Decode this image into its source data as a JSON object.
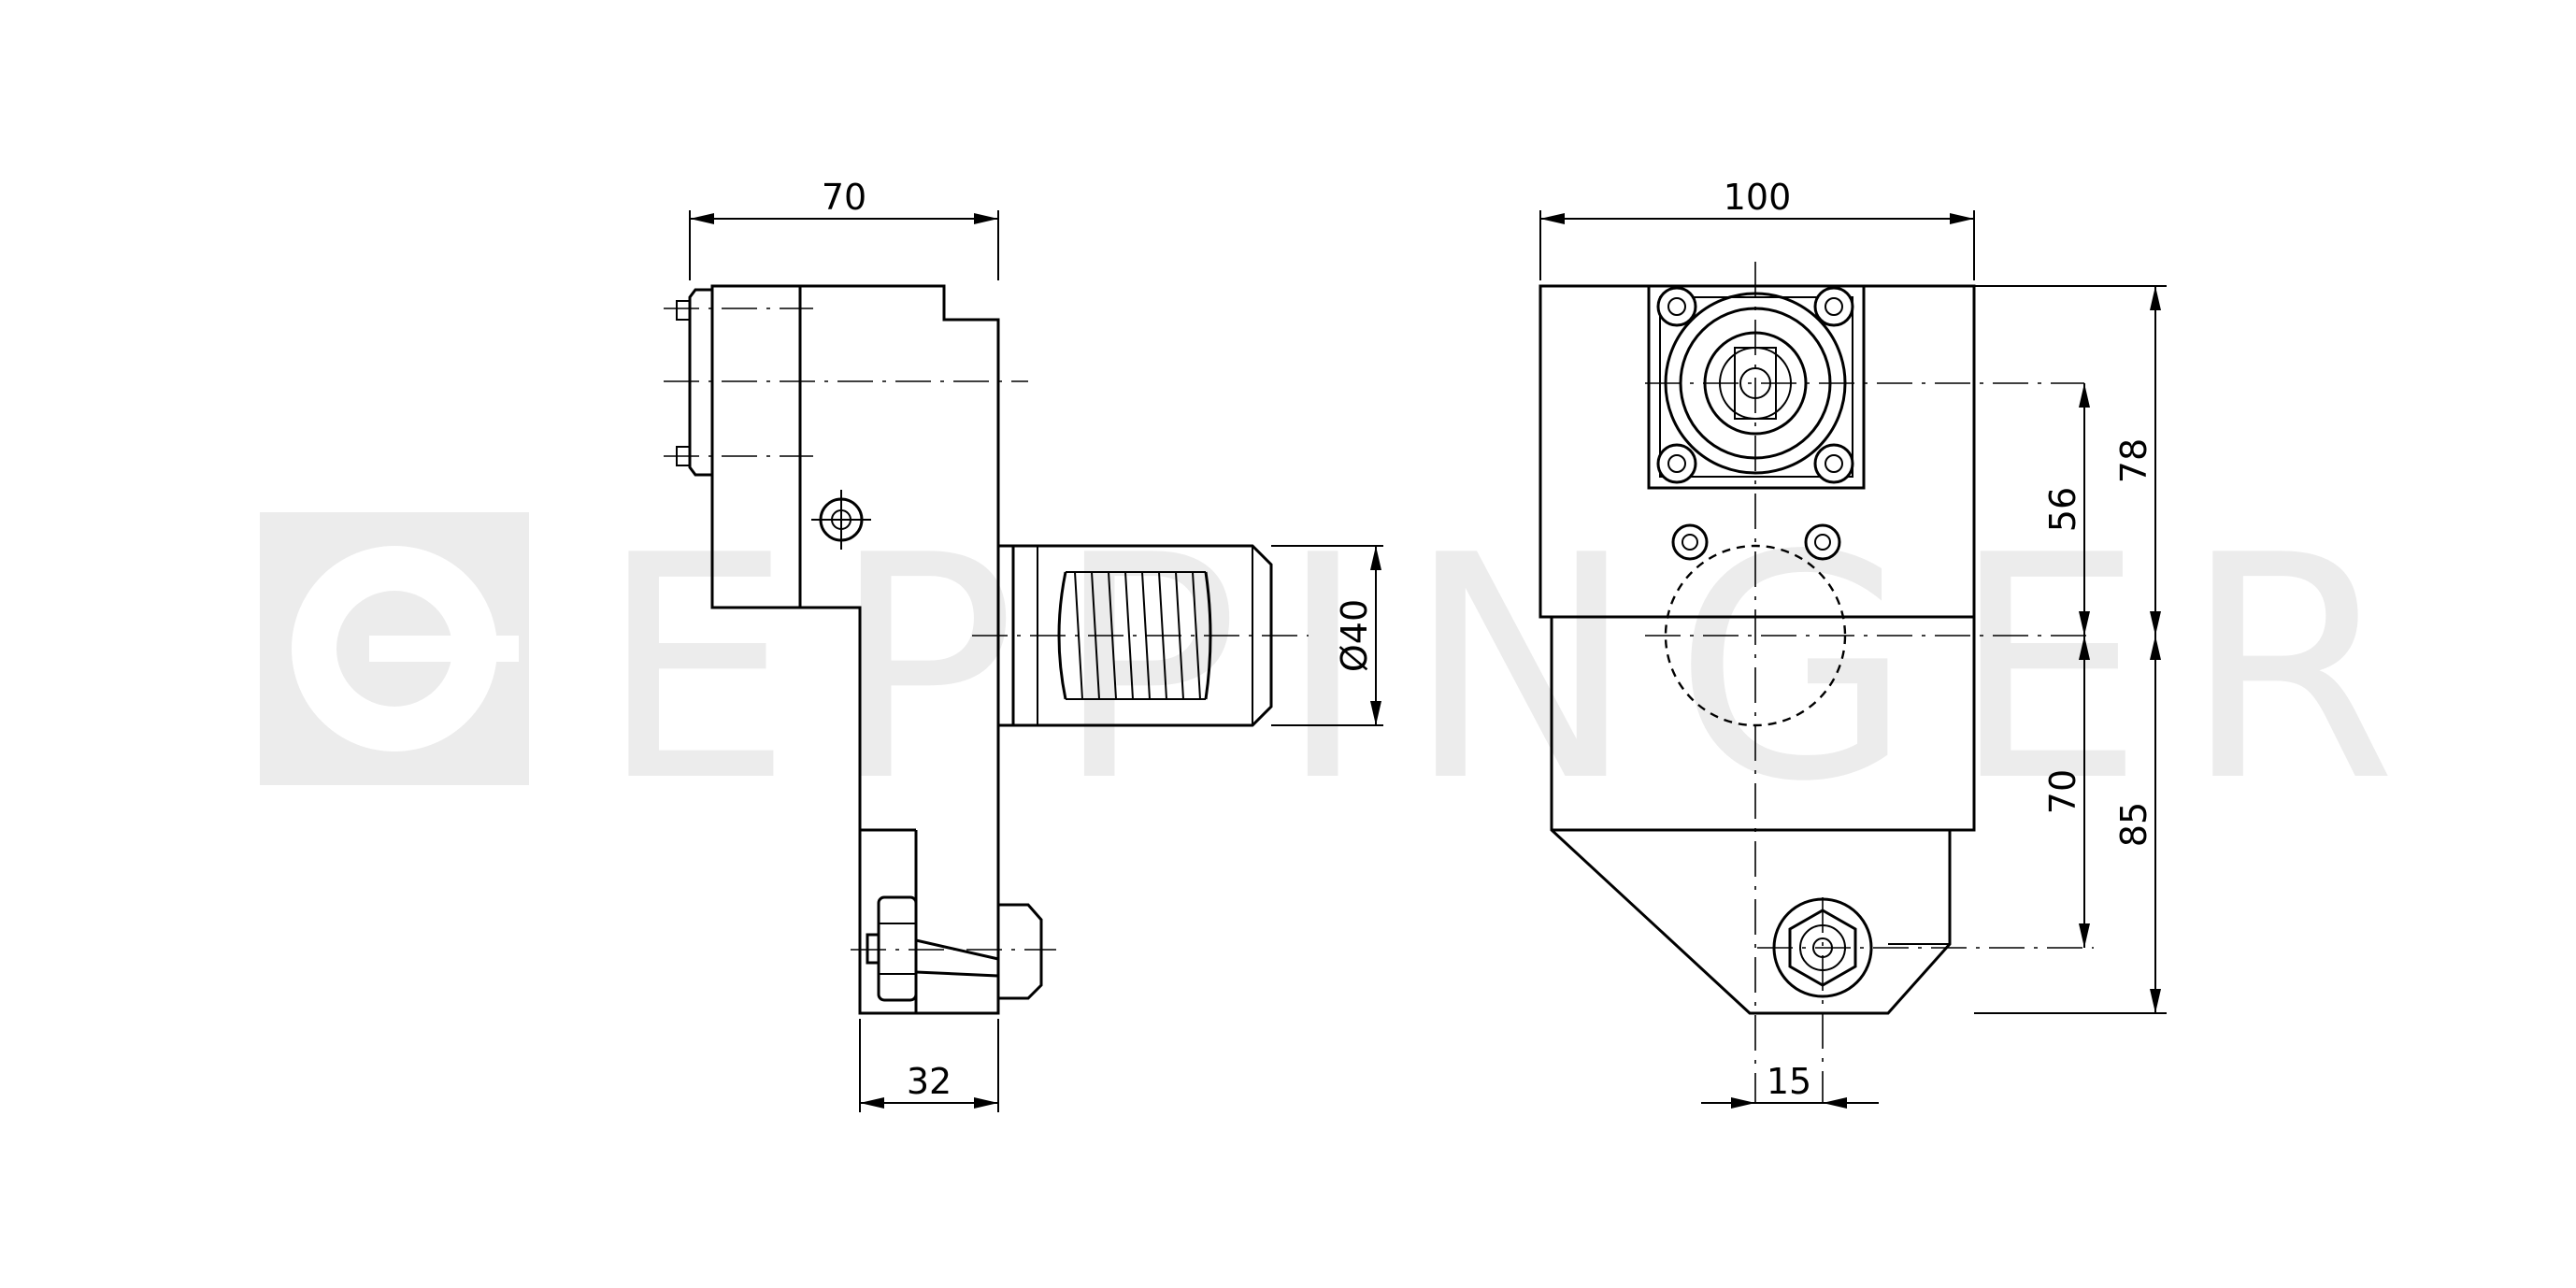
{
  "watermark": {
    "text": "EPPINGER"
  },
  "dimensions": {
    "side_width": "70",
    "shank_diameter": "Ø40",
    "bottom_width": "32",
    "front_width": "100",
    "height_56": "56",
    "height_78": "78",
    "height_70": "70",
    "height_85": "85",
    "offset_15": "15"
  },
  "icons": [
    "tool-holder-side-view",
    "tool-holder-front-view",
    "eppinger-logo"
  ]
}
